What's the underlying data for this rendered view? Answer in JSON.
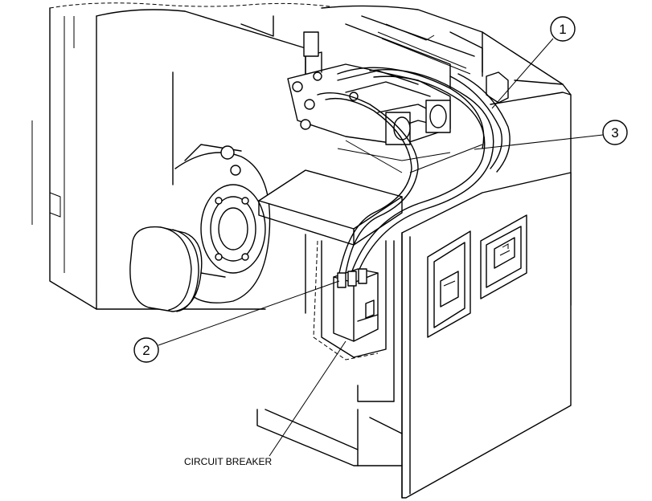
{
  "callouts": {
    "one": "1",
    "two": "2",
    "three": "3"
  },
  "labels": {
    "circuit_breaker": "CIRCUIT BREAKER"
  }
}
